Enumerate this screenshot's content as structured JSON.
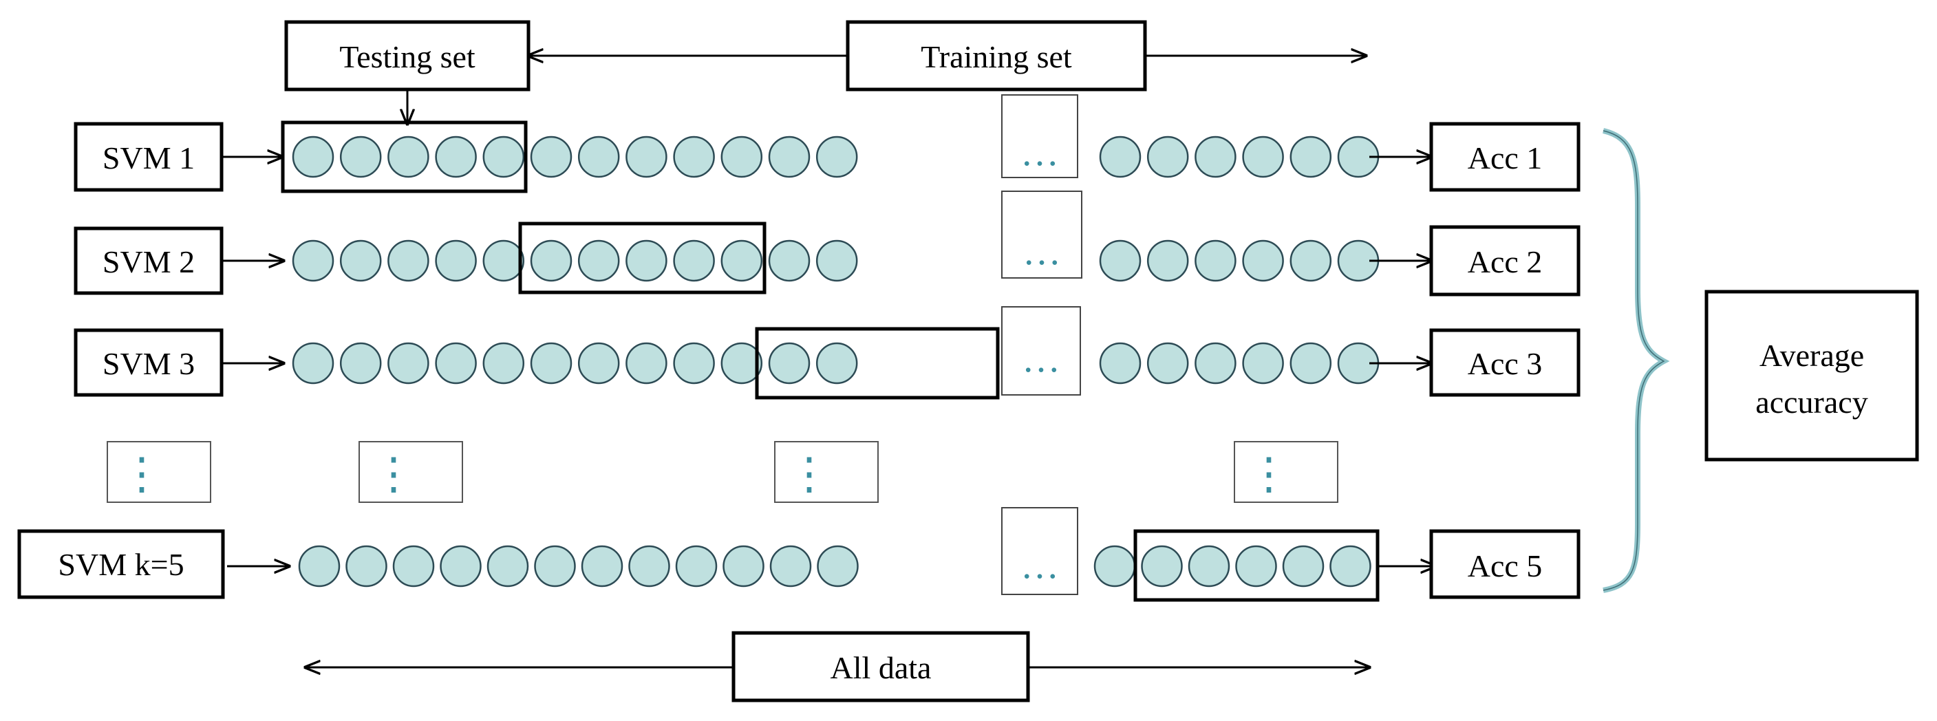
{
  "header": {
    "testing_set": "Testing set",
    "training_set": "Training set"
  },
  "rows": [
    {
      "model": "SVM 1",
      "result": "Acc 1"
    },
    {
      "model": "SVM 2",
      "result": "Acc 2"
    },
    {
      "model": "SVM 3",
      "result": "Acc 3"
    },
    {
      "model": "SVM k=5",
      "result": "Acc 5"
    }
  ],
  "ellipsis": "…",
  "vertical_ellipsis": "⋮",
  "average_label": [
    "Average",
    "accuracy"
  ],
  "all_data_label": "All data",
  "colors": {
    "circle_fill": "#bfe0df",
    "circle_stroke": "#2d4b55",
    "dots": "#3a8fa0",
    "brace": "#8ec3c9"
  }
}
